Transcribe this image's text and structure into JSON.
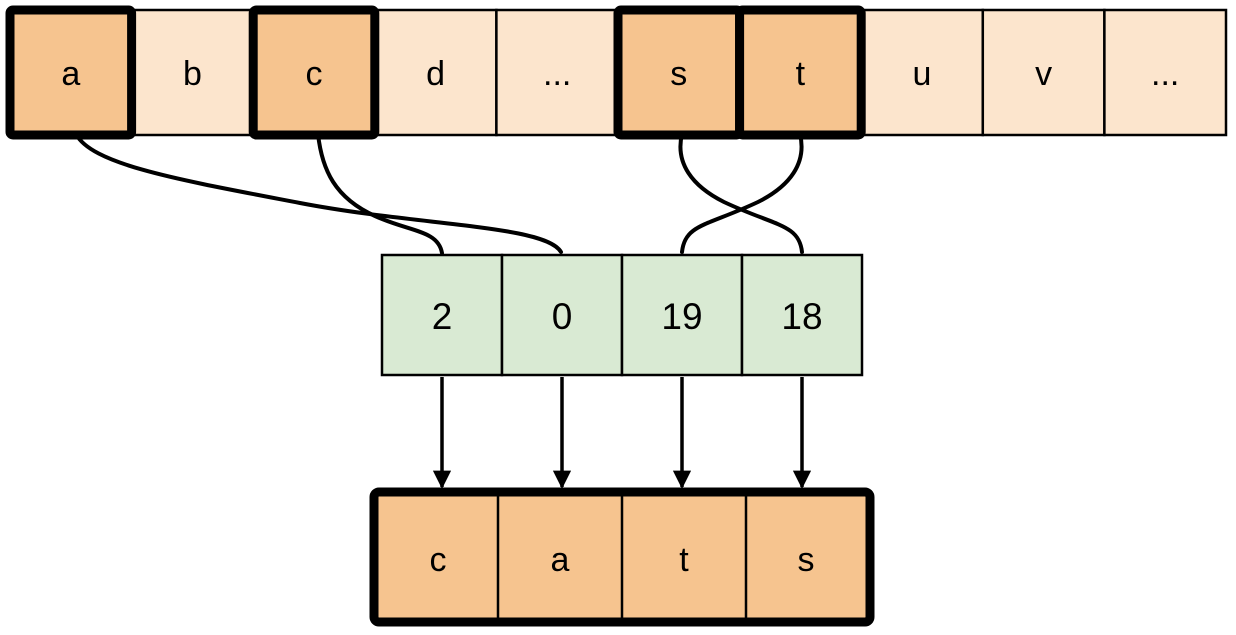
{
  "diagram": {
    "description": "Mapping letters of the alphabet to indices to spell the word cats",
    "alphabet_array": {
      "cells": [
        {
          "label": "a",
          "highlighted": true
        },
        {
          "label": "b",
          "highlighted": false
        },
        {
          "label": "c",
          "highlighted": true
        },
        {
          "label": "d",
          "highlighted": false
        },
        {
          "label": "...",
          "highlighted": false
        },
        {
          "label": "s",
          "highlighted": true
        },
        {
          "label": "t",
          "highlighted": true
        },
        {
          "label": "u",
          "highlighted": false
        },
        {
          "label": "v",
          "highlighted": false
        },
        {
          "label": "...",
          "highlighted": false
        }
      ]
    },
    "index_array": {
      "cells": [
        {
          "value": "2"
        },
        {
          "value": "0"
        },
        {
          "value": "19"
        },
        {
          "value": "18"
        }
      ]
    },
    "output_array": {
      "cells": [
        {
          "label": "c"
        },
        {
          "label": "a"
        },
        {
          "label": "t"
        },
        {
          "label": "s"
        }
      ]
    },
    "mappings": [
      {
        "from_letter": "a",
        "to_index_value": "0"
      },
      {
        "from_letter": "c",
        "to_index_value": "2"
      },
      {
        "from_letter": "s",
        "to_index_value": "18"
      },
      {
        "from_letter": "t",
        "to_index_value": "19"
      }
    ],
    "colors": {
      "cell_highlight": "#f6c48f",
      "cell_light": "#fce5cd",
      "cell_index": "#d9ead3",
      "stroke": "#000000",
      "background": "#ffffff"
    }
  }
}
